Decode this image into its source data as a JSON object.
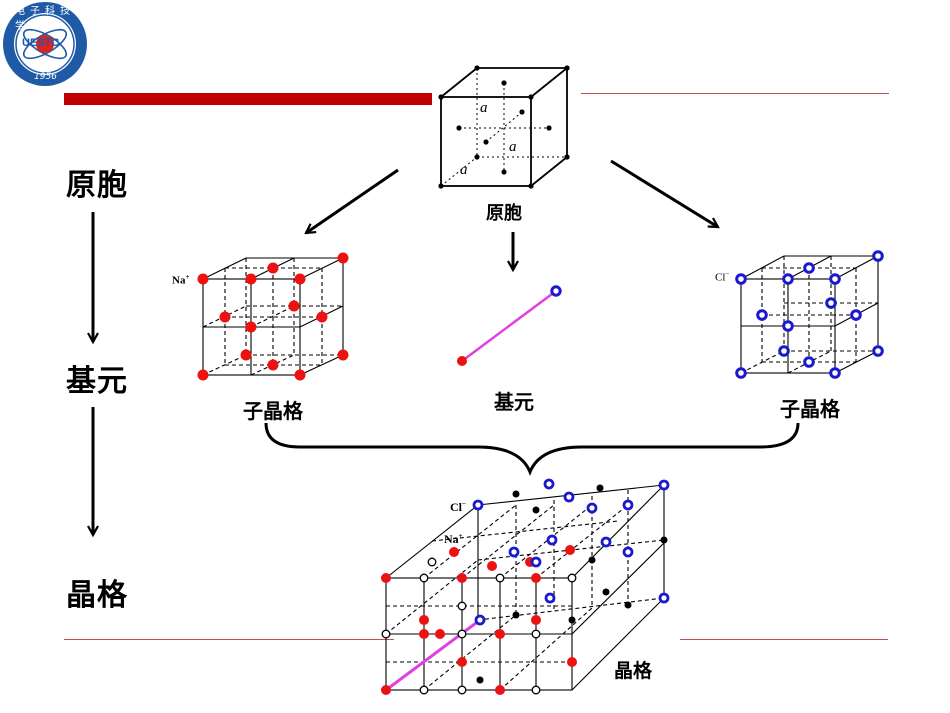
{
  "logo": {
    "center_text": "UESTC",
    "year": "1956",
    "ring_text": "电子科技大学"
  },
  "left_flow": {
    "step1": "原胞",
    "step2": "基元",
    "step3": "晶格"
  },
  "diagram": {
    "cell_caption": "原胞",
    "basis_caption": "基元",
    "sublattice_left_caption": "子晶格",
    "sublattice_right_caption": "子晶格",
    "crystal_caption": "晶格",
    "lattice_param": "a",
    "ion_na": "Na",
    "ion_cl": "Cl",
    "plus": "+",
    "minus": "−"
  },
  "colors": {
    "accent_bar": "#c00000",
    "thin_rule": "#c0504d",
    "na": "#ee1111",
    "cl": "#1a1acc",
    "bond": "#e040e0"
  }
}
